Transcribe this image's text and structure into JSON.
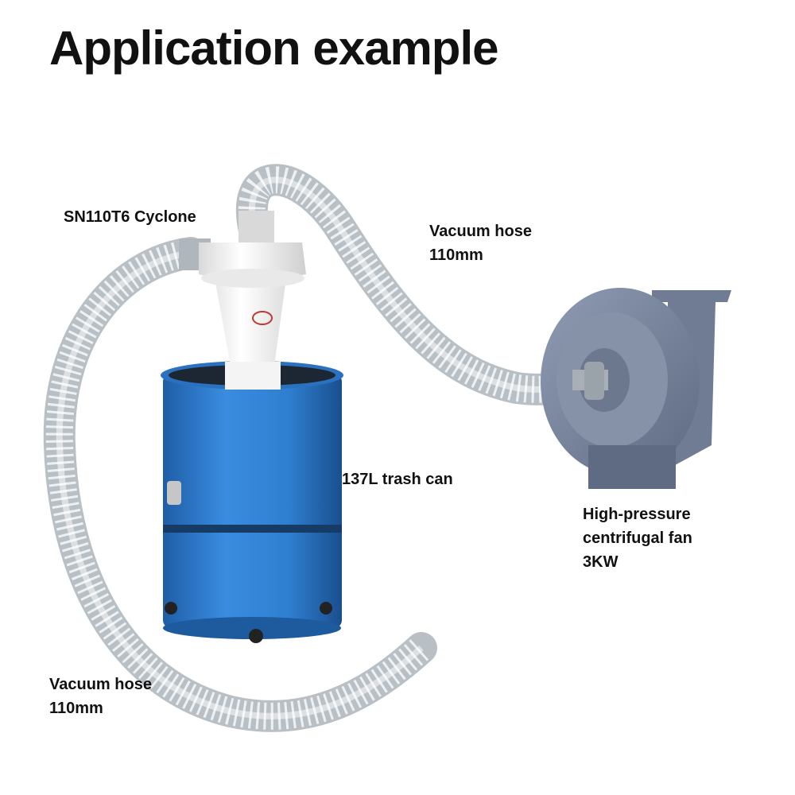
{
  "page": {
    "title": "Application example"
  },
  "labels": {
    "cyclone": "SN110T6 Cyclone",
    "hose_top": [
      "Vacuum hose",
      "110mm"
    ],
    "trash_can": "137L trash can",
    "fan": [
      "High-pressure",
      "centrifugal fan",
      "3KW"
    ],
    "hose_bottom": [
      "Vacuum hose",
      "110mm"
    ]
  },
  "colors": {
    "barrel": "#2f7fd0",
    "barrel_dark": "#1f5ea6",
    "fan": "#7d8ba3",
    "fan_dark": "#5e6b82",
    "cyclone": "#f1f1f1",
    "hose": "#c9cfd3"
  }
}
